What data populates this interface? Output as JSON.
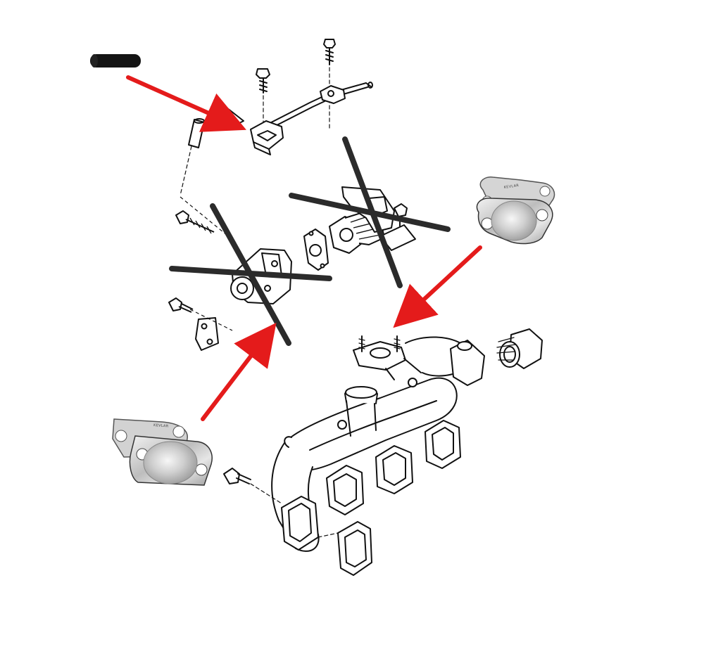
{
  "diagram": {
    "colors": {
      "line": "#111111",
      "arrow": "#e41b1b",
      "strike": "#2b2b2b",
      "plate": "#c9c9c9",
      "gasket": "#d7d7d7"
    },
    "parts": {
      "rubber_plug": {
        "icon": "rubber-hose-plug"
      },
      "blanking_plate_right": {
        "gasket_print": "KEVLAR"
      },
      "blanking_plate_left": {
        "gasket_print": "KEVLAR"
      }
    },
    "crossed_out": [
      "egr-valve",
      "egr-cooler-pipe"
    ],
    "arrows": [
      "to-vacuum-pipe",
      "to-manifold-flange",
      "to-egr-port"
    ]
  }
}
